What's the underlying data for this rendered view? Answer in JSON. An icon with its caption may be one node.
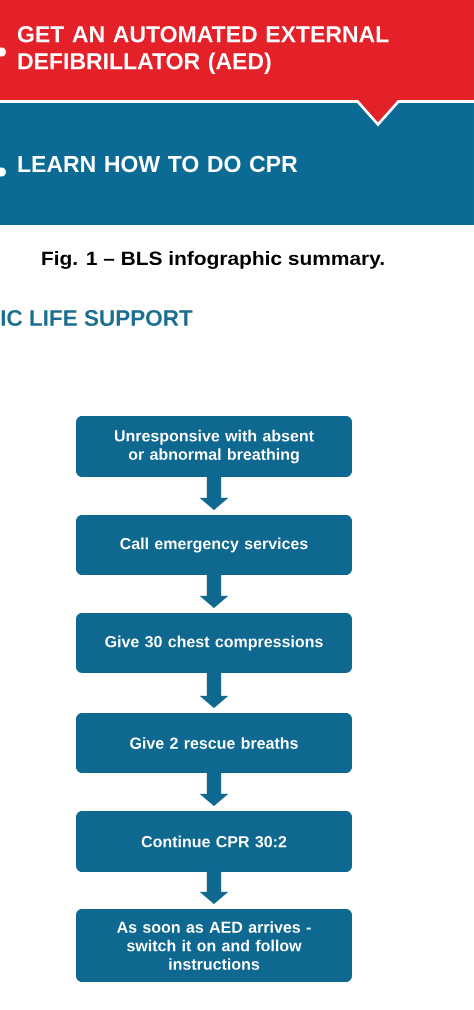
{
  "diagram": {
    "title": "IC LIFE SUPPORT",
    "caption": "Fig. 1 – BLS infographic summary.",
    "nodes": [
      {
        "text": [
          "GET AN AUTOMATED EXTERNAL DEFIBRILLATOR (AED)"
        ]
      },
      {
        "text": [
          "LEARN HOW TO DO CPR"
        ]
      },
      {
        "text": [
          "Unresponsive with absent or abnormal breathing"
        ]
      },
      {
        "text": [
          "Call emergency services"
        ]
      },
      {
        "text": [
          "Give 30 chest compressions"
        ]
      },
      {
        "text": [
          "Give 2 rescue breaths"
        ]
      },
      {
        "text": [
          "Continue CPR 30:2"
        ]
      },
      {
        "text": [
          "As soon as AED arrives - switch it on and follow instructions"
        ]
      }
    ],
    "edges": [
      {
        "from": 0,
        "to": 1,
        "arrow": "to",
        "color": "#e42128"
      },
      {
        "from": 2,
        "to": 3,
        "arrow": "to"
      },
      {
        "from": 3,
        "to": 4,
        "arrow": "to"
      },
      {
        "from": 4,
        "to": 5,
        "arrow": "to"
      },
      {
        "from": 5,
        "to": 6,
        "arrow": "to"
      },
      {
        "from": 6,
        "to": 7,
        "arrow": "to"
      }
    ]
  }
}
